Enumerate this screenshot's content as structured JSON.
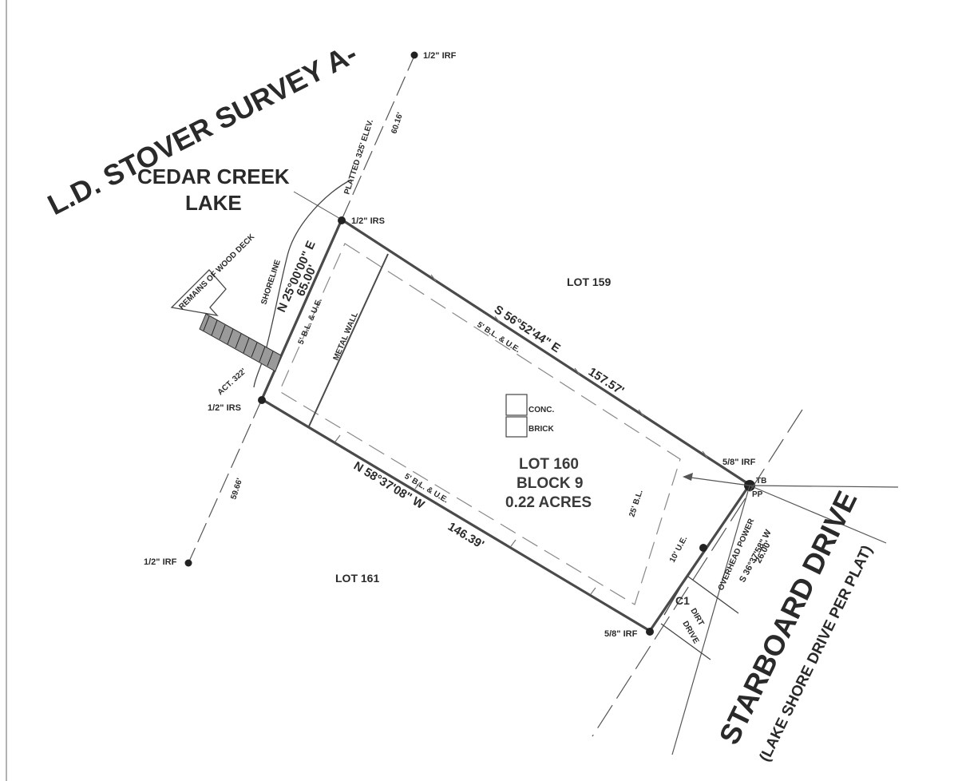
{
  "survey_title": "L.D. STOVER SURVEY A-",
  "lake": {
    "line1": "CEDAR CREEK",
    "line2": "LAKE"
  },
  "lots": {
    "north": "LOT 159",
    "south": "LOT 161"
  },
  "subject": {
    "lot": "LOT 160",
    "block": "BLOCK 9",
    "acres": "0.22 ACRES"
  },
  "street": {
    "name": "STARBOARD DRIVE",
    "alias": "(LAKE SHORE DRIVE PER PLAT)"
  },
  "calls": {
    "west_bearing": "N 25°00'00\" E",
    "west_dist": "65.00'",
    "north_bearing": "S 56°52'44\" E",
    "north_dist": "157.57'",
    "south_bearing": "N 58°37'08\" W",
    "south_dist": "146.39'",
    "east_bearing": "S 36°37'58\" W",
    "east_dist": "26.00'",
    "north_ext": "60.16'",
    "south_ext": "59.66'"
  },
  "monuments": {
    "irf_half": "1/2\" IRF",
    "irs_half": "1/2\" IRS",
    "irf_5_8": "5/8\" IRF"
  },
  "notes": {
    "platted_elev": "PLATTED 325' ELEV.",
    "shoreline": "SHORELINE",
    "act_elev": "ACT. 322'",
    "deck": "REMAINS OF WOOD DECK",
    "metal_wall": "METAL WALL",
    "bl_ue": "5' B.L. & U.E.",
    "bl_25": "25' B.L.",
    "ue_10": "10' U.E.",
    "overhead": "OVERHEAD POWER",
    "conc": "CONC.",
    "brick": "BRICK",
    "tb": "TB",
    "pp": "PP",
    "c1": "C1",
    "dirt": "DIRT",
    "drive": "DRIVE"
  }
}
